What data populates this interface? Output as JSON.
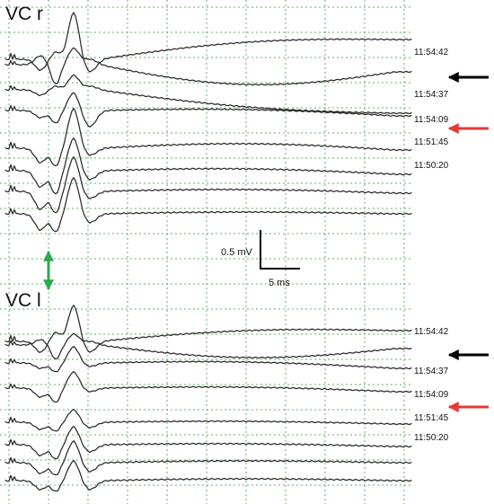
{
  "chart_data": [
    {
      "type": "line",
      "panel": "VC r",
      "title": "VC r",
      "grid": true,
      "series": [
        {
          "time": "11:54:42",
          "arrow": "black"
        },
        {
          "time": "11:54:37",
          "arrow": null
        },
        {
          "time": "11:54:09",
          "arrow": "red"
        },
        {
          "time": "11:51:45",
          "arrow": null
        },
        {
          "time": "11:50:20",
          "arrow": null
        }
      ]
    },
    {
      "type": "line",
      "panel": "VC l",
      "title": "VC l",
      "grid": true,
      "series": [
        {
          "time": "11:54:42",
          "arrow": "black"
        },
        {
          "time": "11:54:37",
          "arrow": null
        },
        {
          "time": "11:54:09",
          "arrow": "red"
        },
        {
          "time": "11:51:45",
          "arrow": null
        },
        {
          "time": "11:50:20",
          "arrow": null
        }
      ]
    }
  ],
  "scale_bar": {
    "voltage_label": "0.5 mV",
    "time_label": "5 ms"
  },
  "colors": {
    "grid": "#4caf50",
    "trace": "#2a2a2a",
    "black_arrow": "#000000",
    "red_arrow": "#e53935",
    "green_arrow": "#2eaa4a"
  }
}
